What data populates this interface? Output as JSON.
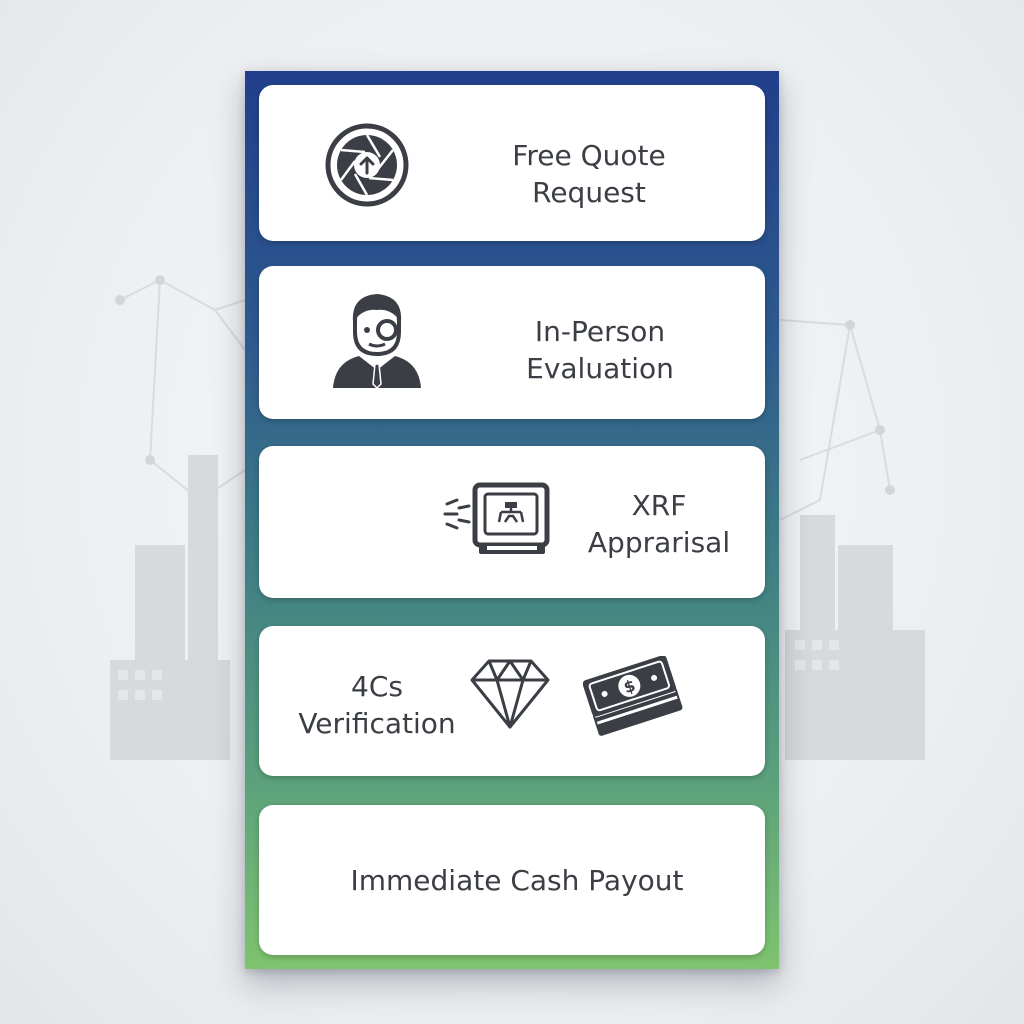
{
  "steps": [
    {
      "line1": "Free Quote",
      "line2": "Request",
      "icon": "camera-shutter-upload-icon"
    },
    {
      "line1": "In-Person",
      "line2": "Evaluation",
      "icon": "appraiser-person-icon"
    },
    {
      "line1": "XRF",
      "line2": "Apprarisal",
      "icon": "xrf-scanner-icon"
    },
    {
      "line1": "4Cs",
      "line2": "Verification",
      "icons": [
        "diamond-icon",
        "cash-stack-icon"
      ]
    },
    {
      "line1": "Immediate Cash Payout"
    }
  ],
  "colors": {
    "panel_top": "#213f8b",
    "panel_mid": "#3f7f85",
    "panel_bottom": "#7fc46e",
    "icon": "#3b3f45",
    "text": "#3b3f45",
    "card": "#ffffff"
  }
}
